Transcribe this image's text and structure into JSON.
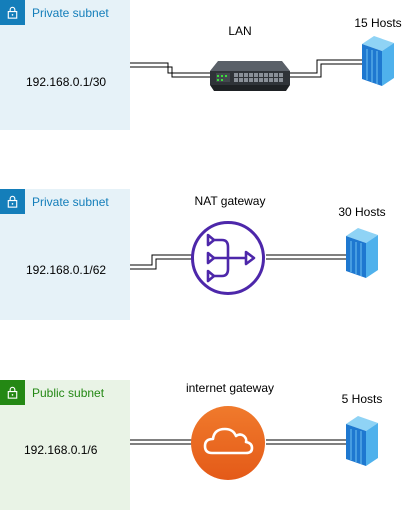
{
  "subnets": [
    {
      "title": "Private subnet",
      "ip": "192.168.0.1/30",
      "kind": "private"
    },
    {
      "title": "Private subnet",
      "ip": "192.168.0.1/62",
      "kind": "private"
    },
    {
      "title": "Public subnet",
      "ip": "192.168.0.1/6",
      "kind": "public"
    }
  ],
  "devices": {
    "lan": {
      "label": "LAN",
      "icon": "switch-icon"
    },
    "nat": {
      "label": "NAT gateway",
      "icon": "nat-gateway-icon"
    },
    "igw": {
      "label": "internet gateway",
      "icon": "internet-gateway-icon"
    }
  },
  "hosts": [
    {
      "label": "15 Hosts",
      "icon": "server-icon"
    },
    {
      "label": "30 Hosts",
      "icon": "server-icon"
    },
    {
      "label": "5 Hosts",
      "icon": "server-icon"
    }
  ],
  "colors": {
    "private_fill": "#e6f2f8",
    "private_accent": "#147eba",
    "public_fill": "#e9f3e6",
    "public_accent": "#248814",
    "nat_purple": "#4d27aa",
    "igw_orange": "#e7601f"
  }
}
